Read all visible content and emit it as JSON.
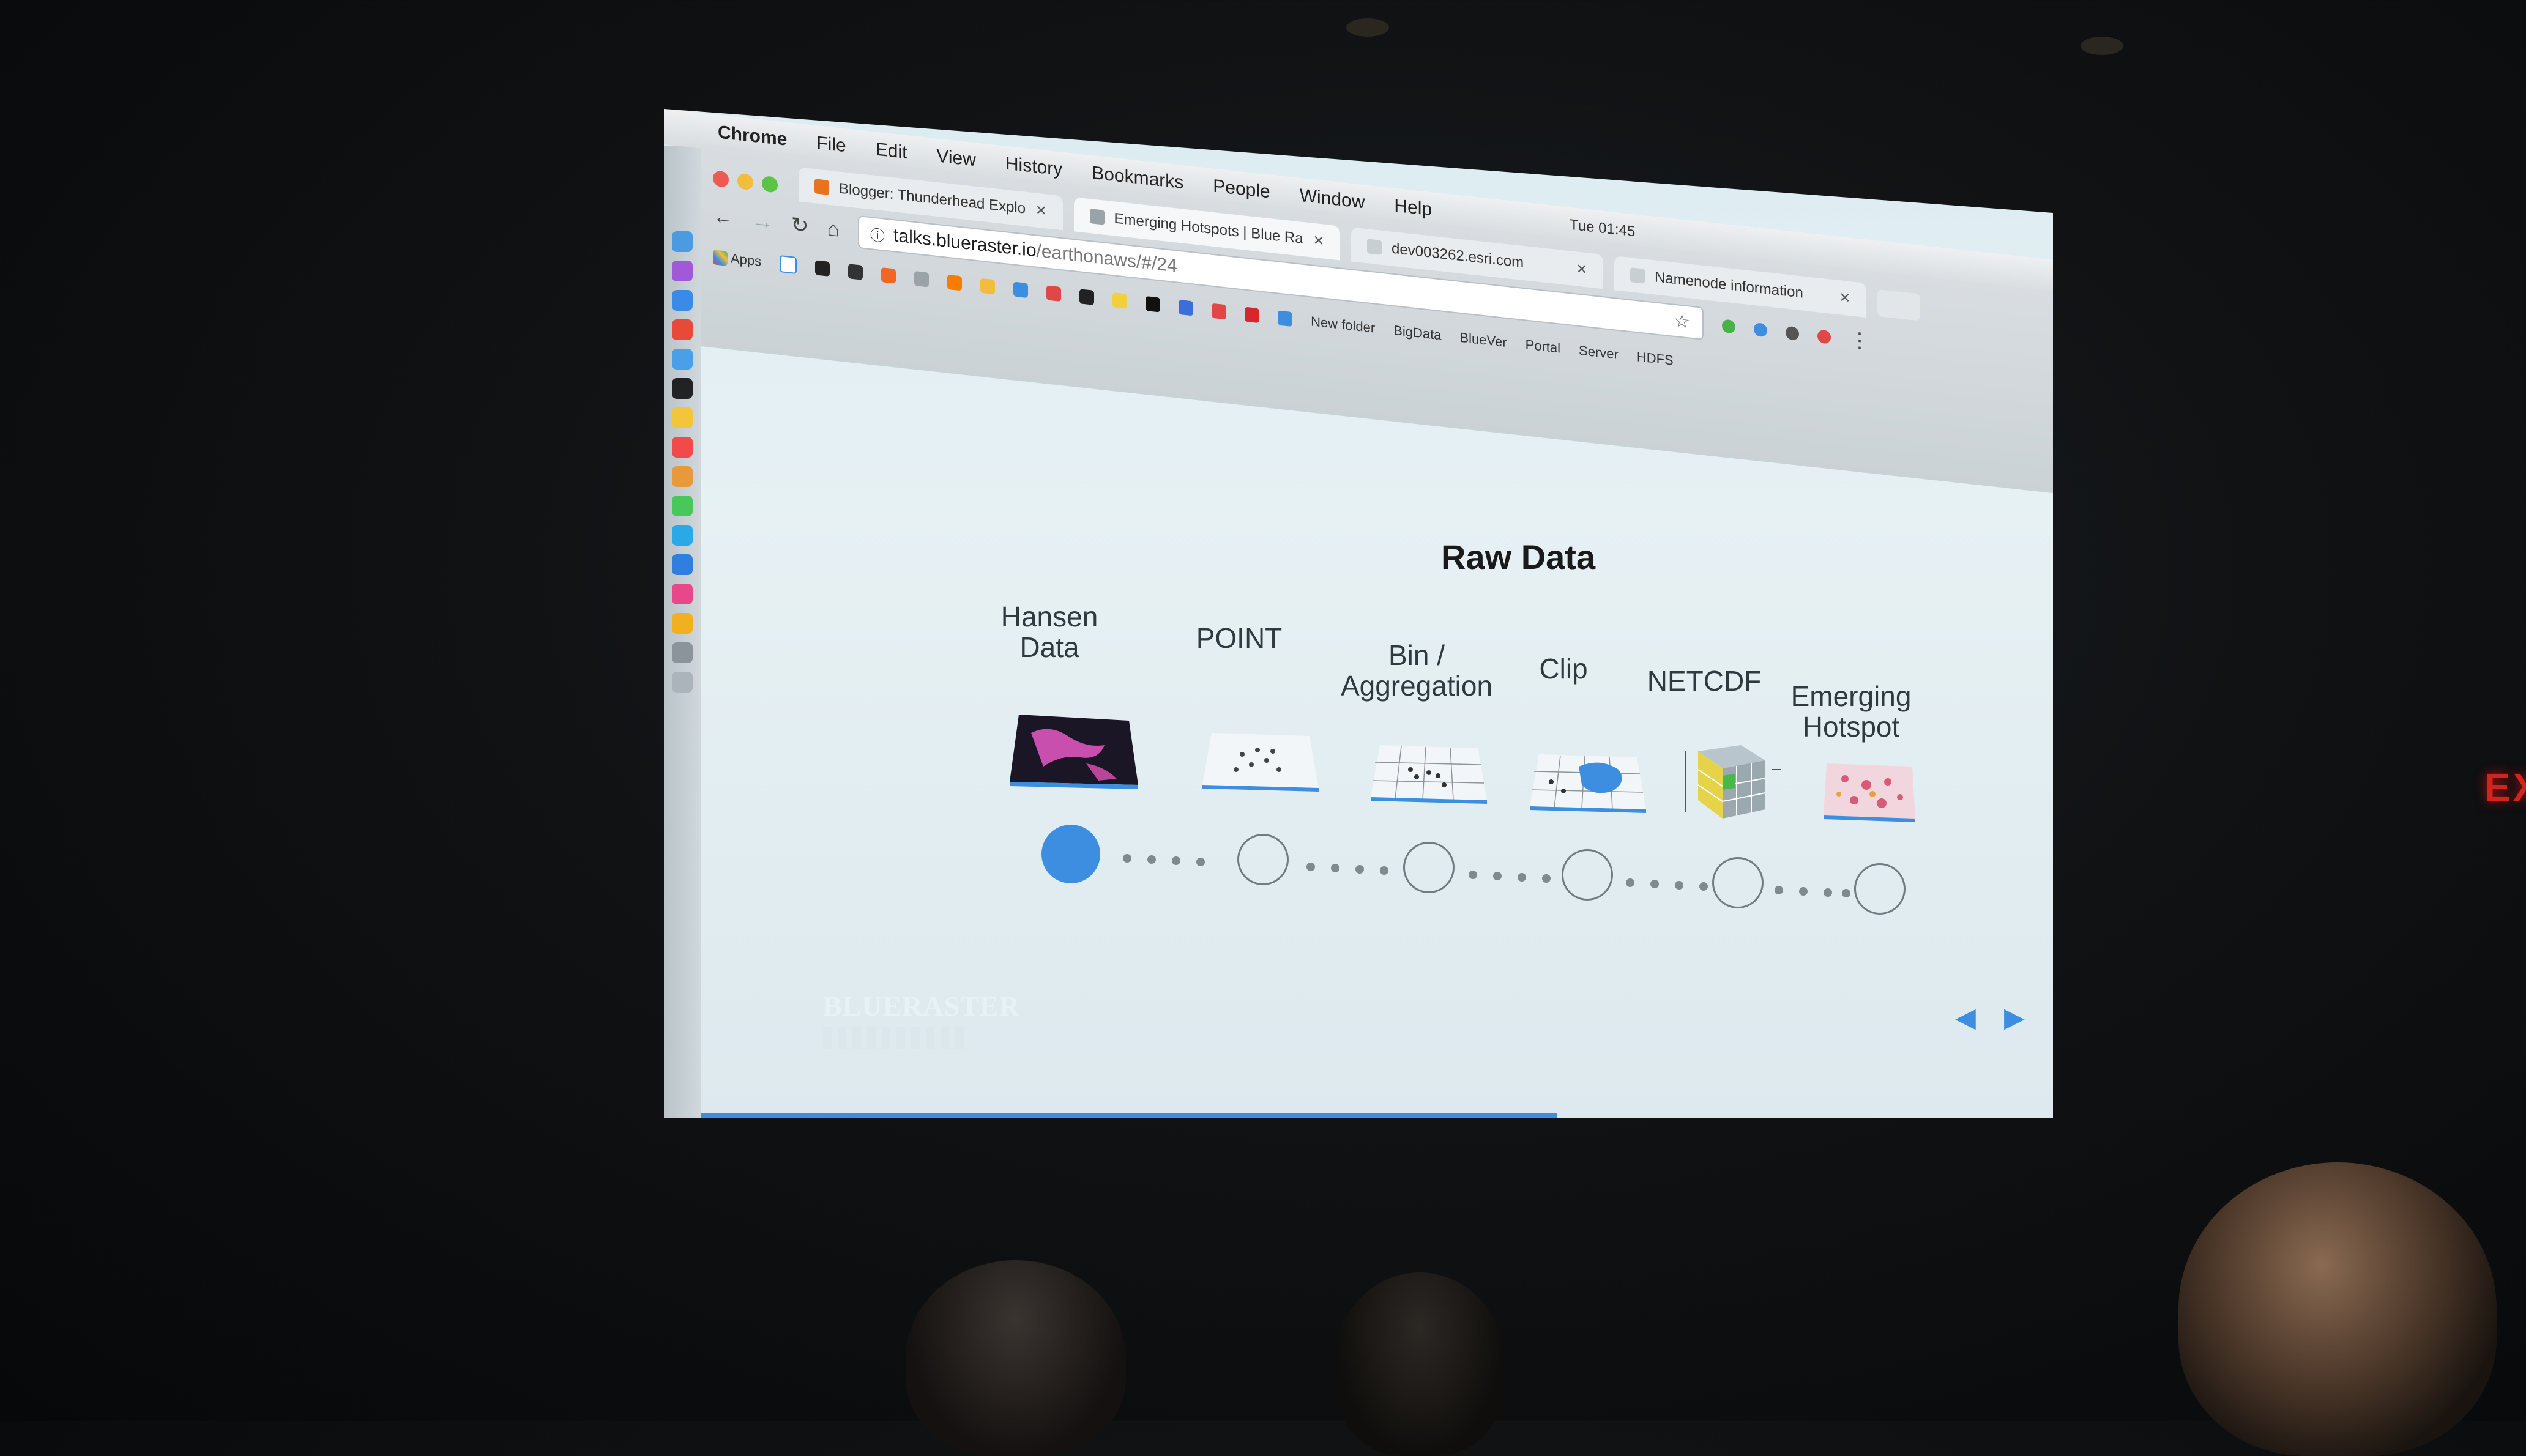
{
  "browser": {
    "menu": {
      "apple": "",
      "app_name": "Chrome",
      "items": [
        "File",
        "Edit",
        "View",
        "History",
        "Bookmarks",
        "People",
        "Window",
        "Help"
      ],
      "clock": "Tue 01:45"
    },
    "tabs": [
      {
        "label": "Blogger: Thunderhead Explo"
      },
      {
        "label": "Emerging Hotspots | Blue Ra"
      },
      {
        "label": "dev003262.esri.com"
      },
      {
        "label": "Namenode information"
      }
    ],
    "address": {
      "domain": "talks.blueraster.io",
      "path": "/earthonaws/#/24"
    },
    "bookmarks": {
      "apps_label": "Apps",
      "folders": [
        "New folder",
        "BigData",
        "BlueVer",
        "Portal",
        "Server",
        "HDFS"
      ]
    }
  },
  "slide": {
    "title": "Raw Data",
    "steps": [
      {
        "label": "Hansen Data",
        "active": true
      },
      {
        "label": "POINT",
        "active": false
      },
      {
        "label": "Bin / Aggregation",
        "active": false
      },
      {
        "label": "Clip",
        "active": false
      },
      {
        "label": "NETCDF",
        "active": false
      },
      {
        "label": "Emerging Hotspot",
        "active": false
      }
    ],
    "logo_text": "BLUERASTER",
    "nav": {
      "prev": "◀",
      "next": "▶"
    }
  },
  "venue": {
    "exit_sign": "EXI"
  }
}
